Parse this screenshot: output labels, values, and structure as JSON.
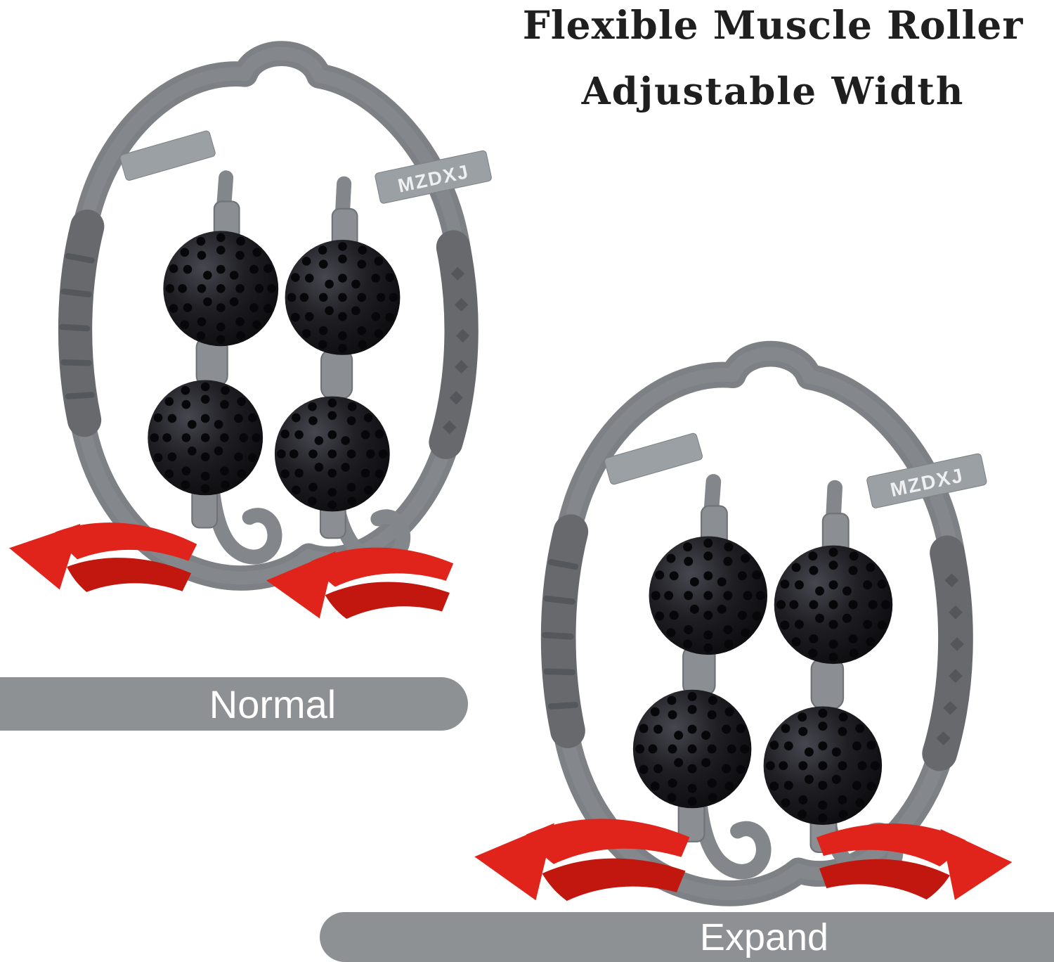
{
  "title": {
    "line1": "Flexible Muscle Roller",
    "line2": "Adjustable Width"
  },
  "product": {
    "brand_label": "MZDXJ"
  },
  "states": {
    "normal_label": "Normal",
    "expand_label": "Expand"
  },
  "colors": {
    "frame_gray": "#7d8084",
    "grip_gray": "#67696d",
    "plate_gray": "#9ba0a5",
    "ball_black": "#121214",
    "arrow_red": "#e0241b",
    "banner_gray": "#8e9194",
    "banner_text": "#ffffff",
    "title_text": "#1f1f1f",
    "background": "#ffffff"
  }
}
